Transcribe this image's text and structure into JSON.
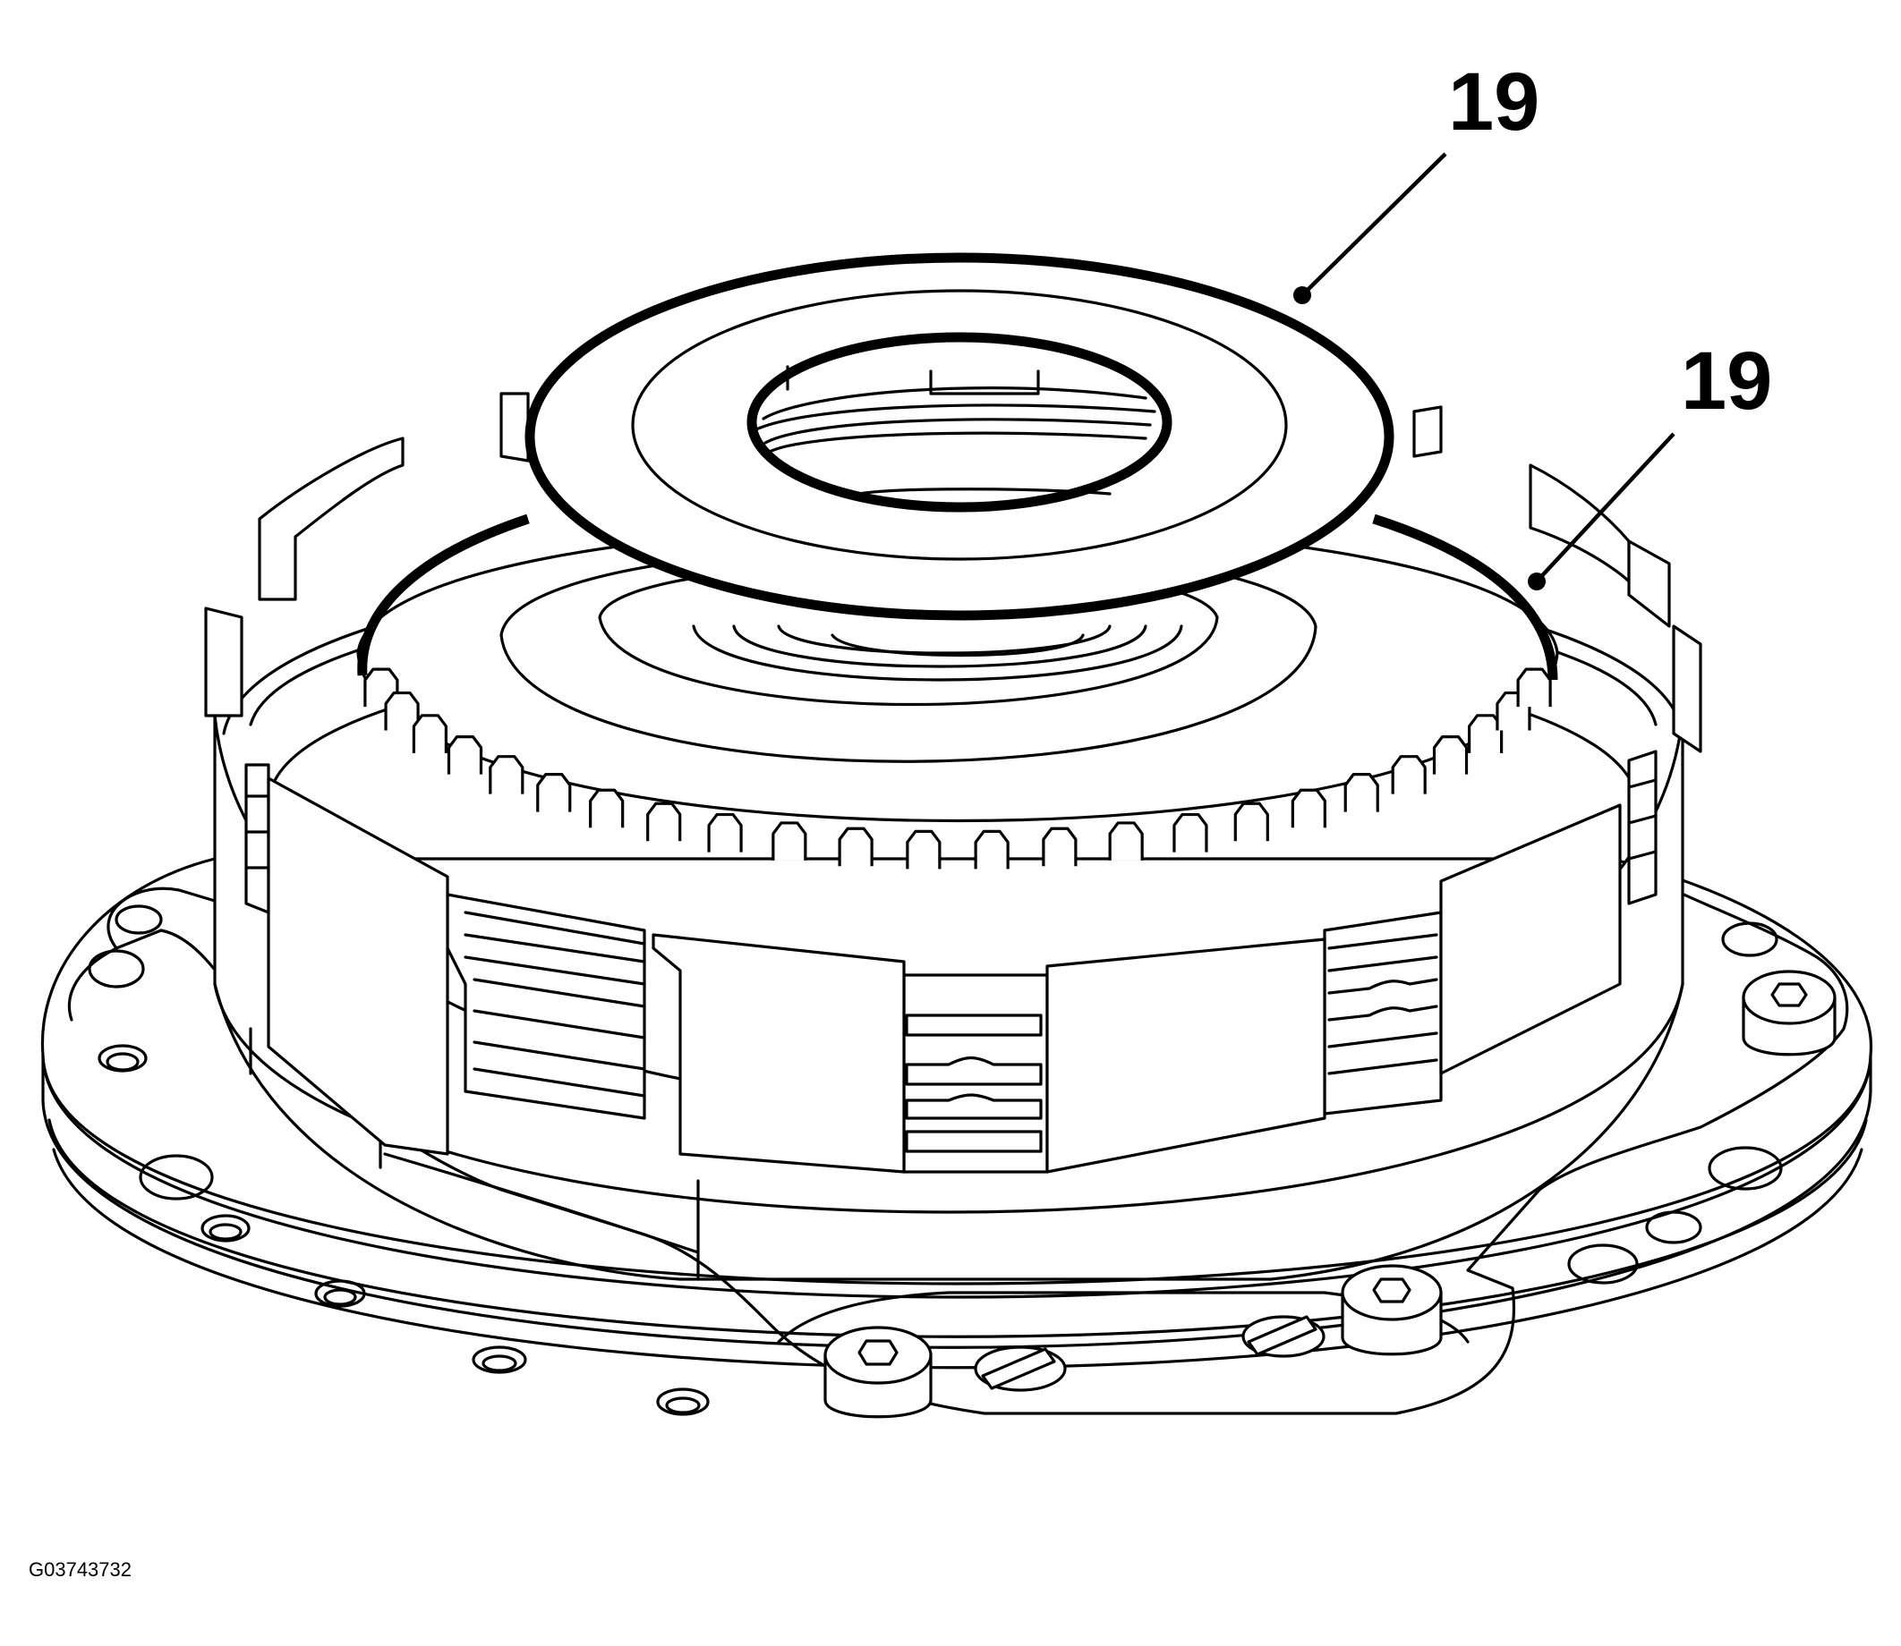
{
  "callouts": [
    {
      "label": "19",
      "target": "o-ring-upper"
    },
    {
      "label": "19",
      "target": "o-ring-lower"
    }
  ],
  "figure_id": "G03743732"
}
